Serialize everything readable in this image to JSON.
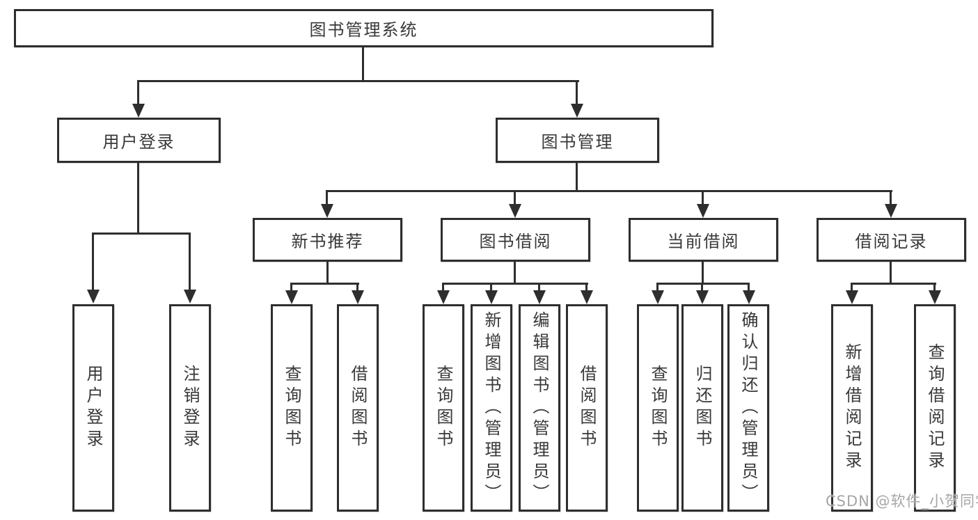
{
  "colors": {
    "background": "#ffffff",
    "line": "#2e2e2e",
    "text": "#383838",
    "watermark": "#a6a6a6"
  },
  "diagram": {
    "root": {
      "label": "图书管理系统",
      "children": [
        {
          "label": "用户登录",
          "children": [
            {
              "label": "用户登录"
            },
            {
              "label": "注销登录"
            }
          ]
        },
        {
          "label": "图书管理",
          "children": [
            {
              "label": "新书推荐",
              "children": [
                {
                  "label": "查询图书"
                },
                {
                  "label": "借阅图书"
                }
              ]
            },
            {
              "label": "图书借阅",
              "children": [
                {
                  "label": "查询图书"
                },
                {
                  "label": "新增图书（管理员）"
                },
                {
                  "label": "编辑图书（管理员）"
                },
                {
                  "label": "借阅图书"
                }
              ]
            },
            {
              "label": "当前借阅",
              "children": [
                {
                  "label": "查询图书"
                },
                {
                  "label": "归还图书"
                },
                {
                  "label": "确认归还（管理员）"
                }
              ]
            },
            {
              "label": "借阅记录",
              "children": [
                {
                  "label": "新增借阅记录"
                },
                {
                  "label": "查询借阅记录"
                }
              ]
            }
          ]
        }
      ]
    }
  },
  "watermark": {
    "text": "CSDN @软件_小贺同学"
  }
}
